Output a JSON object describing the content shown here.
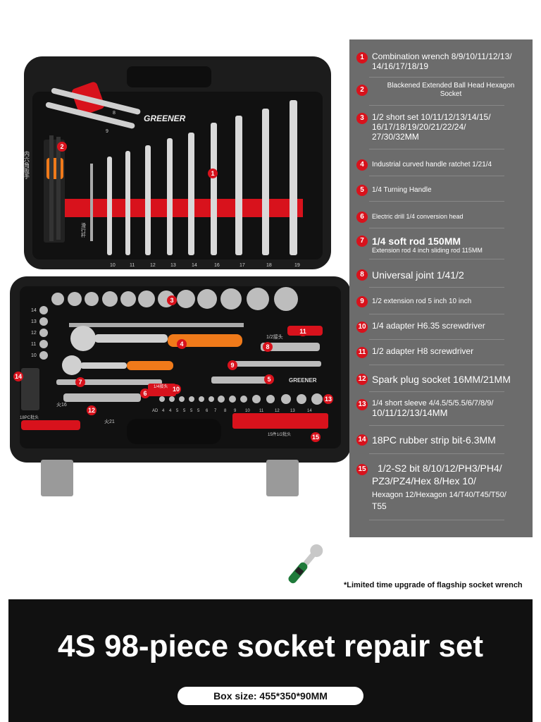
{
  "brand": "GREENER",
  "case_labels": {
    "hex_key_cn": "内六角扳手",
    "slide_cn": "滑行杆",
    "bits_cn": "18PC批头",
    "fire_cn": "火16",
    "fire2_cn": "火21",
    "joint_cn": "1/2接头",
    "joint2_cn": "1/4接头",
    "bits15_cn": "15件1/2批头",
    "ad": "AD"
  },
  "wrench_sizes": [
    "10",
    "11",
    "12",
    "13",
    "14",
    "16",
    "17",
    "18",
    "19"
  ],
  "small_wrench_sizes": [
    "8",
    "9"
  ],
  "socket_row_sizes": [
    "4",
    "4",
    "5",
    "5",
    "5",
    "5",
    "6",
    "7",
    "8",
    "9",
    "10",
    "11",
    "12",
    "13",
    "14"
  ],
  "left_socket_sizes": [
    "14",
    "13",
    "12",
    "11",
    "10"
  ],
  "callouts": [
    "1",
    "2",
    "3",
    "4",
    "5",
    "6",
    "7",
    "8",
    "9",
    "10",
    "11",
    "12",
    "13",
    "14",
    "15"
  ],
  "specs": [
    {
      "num": "1",
      "text": "Combination wrench 8/9/10/11/12/13/",
      "sub": "14/16/17/18/19"
    },
    {
      "num": "2",
      "text": "Blackened Extended Ball Head Hexagon",
      "sub": "Socket"
    },
    {
      "num": "3",
      "text": "1/2 short set 10/11/12/13/14/15/",
      "sub": "16/17/18/19/20/21/22/24/",
      "sub2": "27/30/32MM"
    },
    {
      "num": "4",
      "text": "Industrial curved handle ratchet 1/21/4"
    },
    {
      "num": "5",
      "text": "1/4 Turning Handle"
    },
    {
      "num": "6",
      "text": "Electric drill 1/4 conversion head"
    },
    {
      "num": "7",
      "text": "1/4 soft rod 150MM",
      "sub": "Extension rod 4 inch sliding rod 115MM"
    },
    {
      "num": "8",
      "text": "Universal joint 1/41/2"
    },
    {
      "num": "9",
      "text": "1/2 extension rod 5 inch 10 inch"
    },
    {
      "num": "10",
      "text": "1/4 adapter H6.35 screwdriver"
    },
    {
      "num": "11",
      "text": "1/2 adapter H8 screwdriver"
    },
    {
      "num": "12",
      "text": "Spark plug socket 16MM/21MM"
    },
    {
      "num": "13",
      "text": "1/4 short sleeve 4/4.5/5/5.5/6/7/8/9/",
      "sub": "10/11/12/13/14MM"
    },
    {
      "num": "14",
      "text": "18PC rubber strip bit-6.3MM"
    },
    {
      "num": "15",
      "text": "1/2-S2 bit 8/10/12/PH3/PH4/",
      "sub": "PZ3/PZ4/Hex 8/Hex 10/",
      "sub2": "Hexagon 12/Hexagon 14/T40/T45/T50/",
      "sub3": "T55"
    }
  ],
  "upgrade_note": "*Limited time upgrade of flagship socket wrench",
  "banner": {
    "title": "4S 98-piece socket repair set",
    "box_size": "Box size: 455*350*90MM"
  },
  "colors": {
    "accent": "#d8121c",
    "panel": "#6c6c6c",
    "banner": "#111111",
    "case": "#1c1c1c",
    "tray": "#d8121c"
  }
}
